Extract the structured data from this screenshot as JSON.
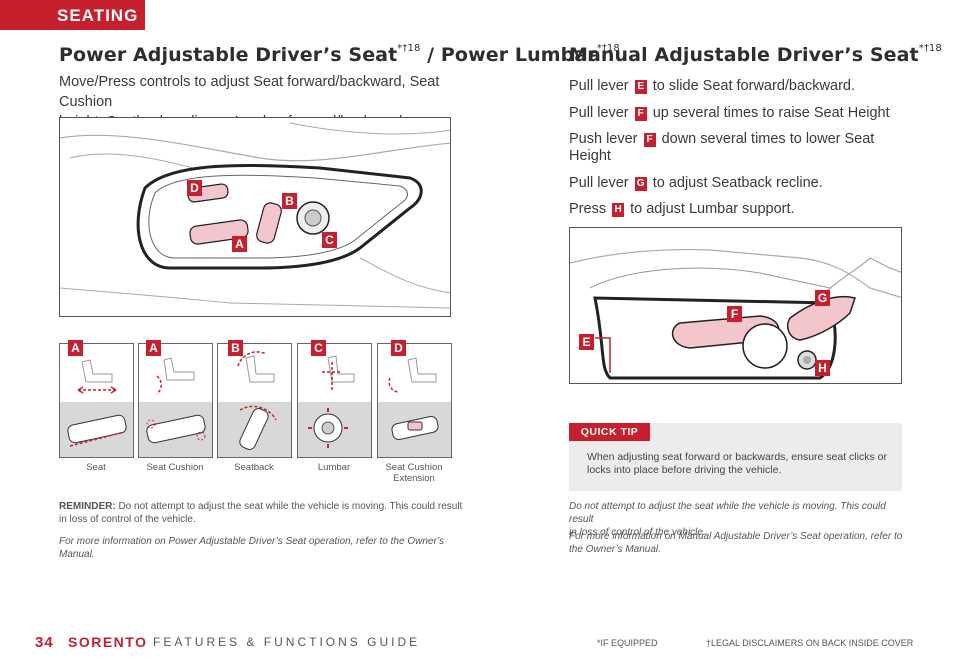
{
  "section_tag": "SEATING",
  "left": {
    "title": "Power Adjustable Driver’s Seat",
    "title_sup": "*†18",
    "title_sep": " / ",
    "title2": "Power Lumbar",
    "title2_sup": "*†18",
    "intro_line1": "Move/Press controls to adjust Seat forward/backward, Seat Cushion",
    "intro_line2": "height, Seatback recline or Lumbar forward/backward.",
    "diagram_labels": {
      "a": "A",
      "b": "B",
      "c": "C",
      "d": "D"
    },
    "panels": [
      {
        "label": "A",
        "caption": "Seat"
      },
      {
        "label": "A",
        "caption": "Seat Cushion"
      },
      {
        "label": "B",
        "caption": "Seatback"
      },
      {
        "label": "C",
        "caption": "Lumbar"
      },
      {
        "label": "D",
        "caption": "Seat Cushion Extension"
      }
    ],
    "reminder_label": "REMINDER:",
    "reminder_line1": " Do not attempt to adjust the seat while the vehicle is moving. This could result",
    "reminder_line2": "in loss of control of the vehicle.",
    "more_info": "For more information on Power Adjustable Driver’s Seat operation, refer to the Owner’s Manual."
  },
  "right": {
    "title": "Manual Adjustable Driver’s Seat",
    "title_sup": "*†18",
    "steps": [
      {
        "pre": "Pull lever ",
        "badge": "E",
        "post": " to slide Seat forward/backward."
      },
      {
        "pre": "Pull lever ",
        "badge": "F",
        "post": " up several times to raise Seat Height"
      },
      {
        "pre": "Push lever ",
        "badge": "F",
        "post": " down several times to lower Seat Height"
      },
      {
        "pre": "Pull lever ",
        "badge": "G",
        "post": " to adjust Seatback recline."
      },
      {
        "pre": "Press ",
        "badge": "H",
        "post": " to adjust Lumbar support."
      }
    ],
    "diagram_labels": {
      "e": "E",
      "f": "F",
      "g": "G",
      "h": "H"
    },
    "quick_tip_label": "QUICK TIP",
    "quick_tip_line1": "When adjusting seat forward or backwards, ensure seat clicks or",
    "quick_tip_line2": "locks into place before driving the vehicle.",
    "warning_line1": "Do not attempt to adjust the seat while the vehicle is moving. This could result",
    "warning_line2": "in loss of control of the vehicle.",
    "more_info_line1": "For more information on Manual Adjustable Driver’s Seat operation, refer to",
    "more_info_line2": "the Owner’s Manual."
  },
  "footer": {
    "page_number": "34",
    "brand": "SORENTO",
    "guide": "FEATURES & FUNCTIONS GUIDE",
    "if_equipped": "*IF EQUIPPED",
    "legal": "†LEGAL DISCLAIMERS ON BACK INSIDE COVER"
  },
  "colors": {
    "accent": "#c6202f",
    "pink": "#f3c6cc",
    "tip_bg": "#ececec"
  }
}
